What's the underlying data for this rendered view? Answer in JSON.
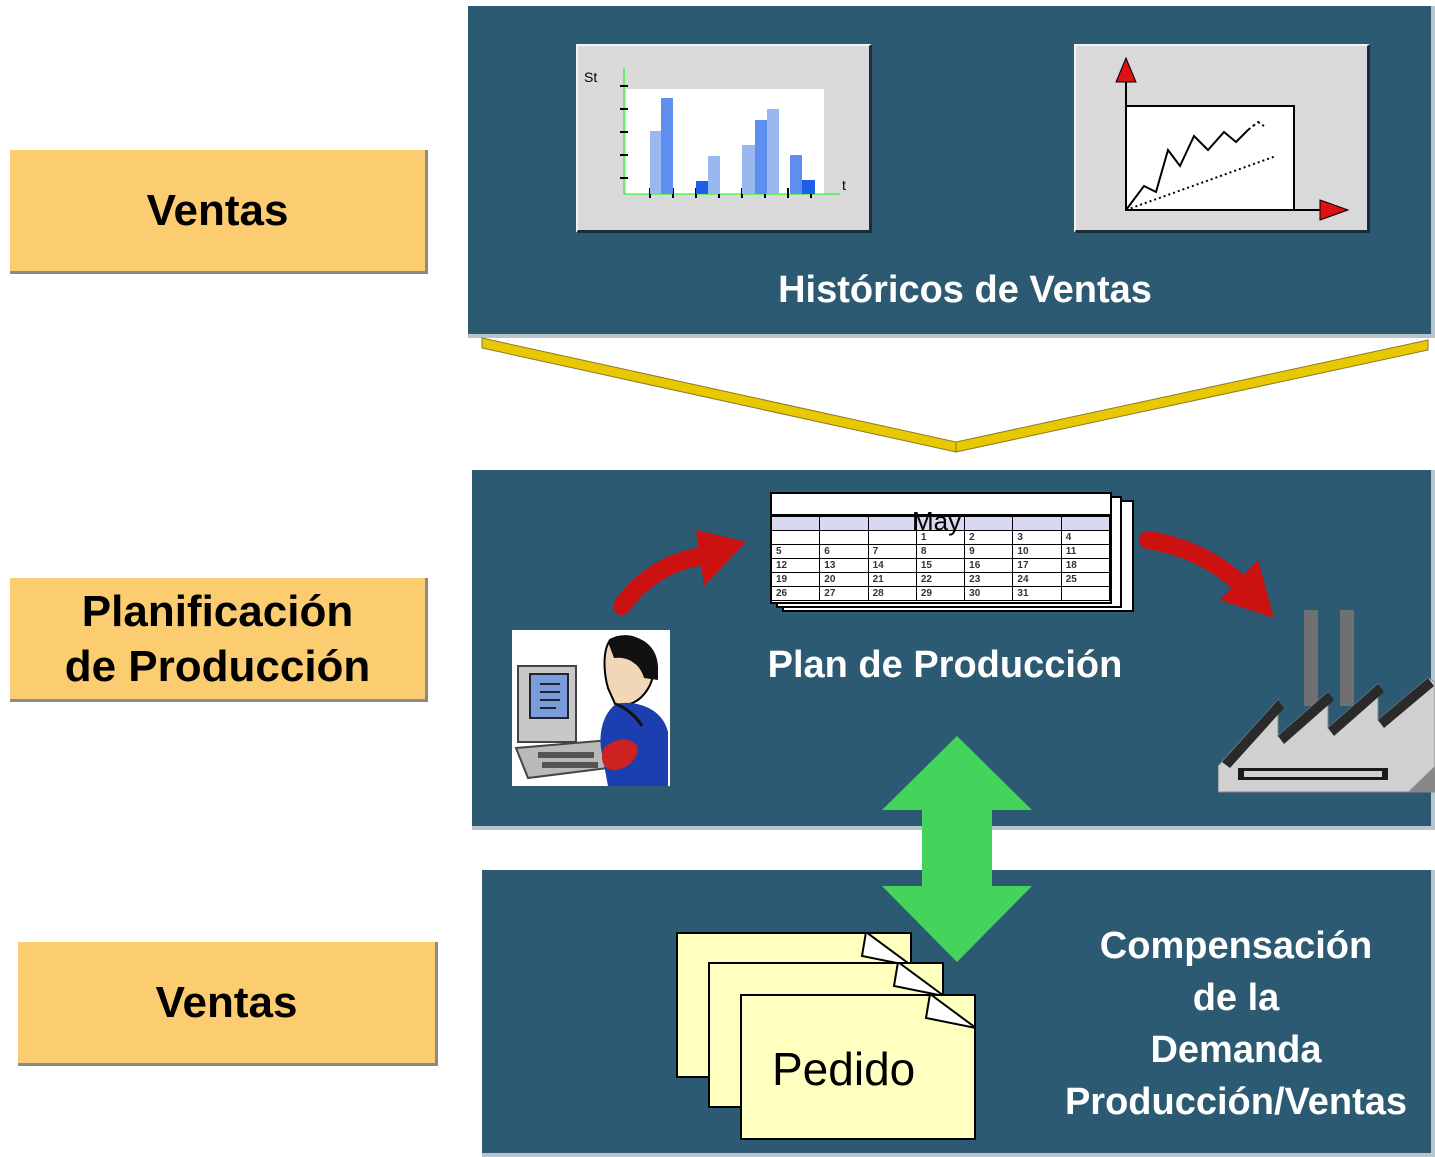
{
  "left_labels": {
    "ventas_top": "Ventas",
    "planificacion_line1": "Planificación",
    "planificacion_line2": "de Producción",
    "ventas_bottom": "Ventas"
  },
  "historicos_panel": {
    "title": "Históricos de Ventas",
    "bar_chart_ylabel": "St",
    "bar_chart_xlabel": "t"
  },
  "plan_panel": {
    "title": "Plan de Producción",
    "calendar": {
      "month": "May",
      "rows": [
        [
          "",
          "",
          "",
          "1",
          "2",
          "3",
          "4"
        ],
        [
          "5",
          "6",
          "7",
          "8",
          "9",
          "10",
          "11"
        ],
        [
          "12",
          "13",
          "14",
          "15",
          "16",
          "17",
          "18"
        ],
        [
          "19",
          "20",
          "21",
          "22",
          "23",
          "24",
          "25"
        ],
        [
          "26",
          "27",
          "28",
          "29",
          "30",
          "31",
          ""
        ]
      ]
    }
  },
  "demand_panel": {
    "document_label": "Pedido",
    "text_lines": [
      "Compensación",
      "de la",
      "Demanda",
      "Producción/Ventas"
    ]
  },
  "colors": {
    "panel": "#2c5a72",
    "label_box": "#fccc70",
    "arrow_red": "#cc1111",
    "arrow_green": "#44d45c",
    "connector_yellow": "#e8c800",
    "document": "#ffffc0"
  },
  "icons": [
    "bar-chart-icon",
    "line-chart-icon",
    "calendar-icon",
    "person-computer-icon",
    "factory-icon",
    "document-stack-icon",
    "double-arrow-icon"
  ]
}
